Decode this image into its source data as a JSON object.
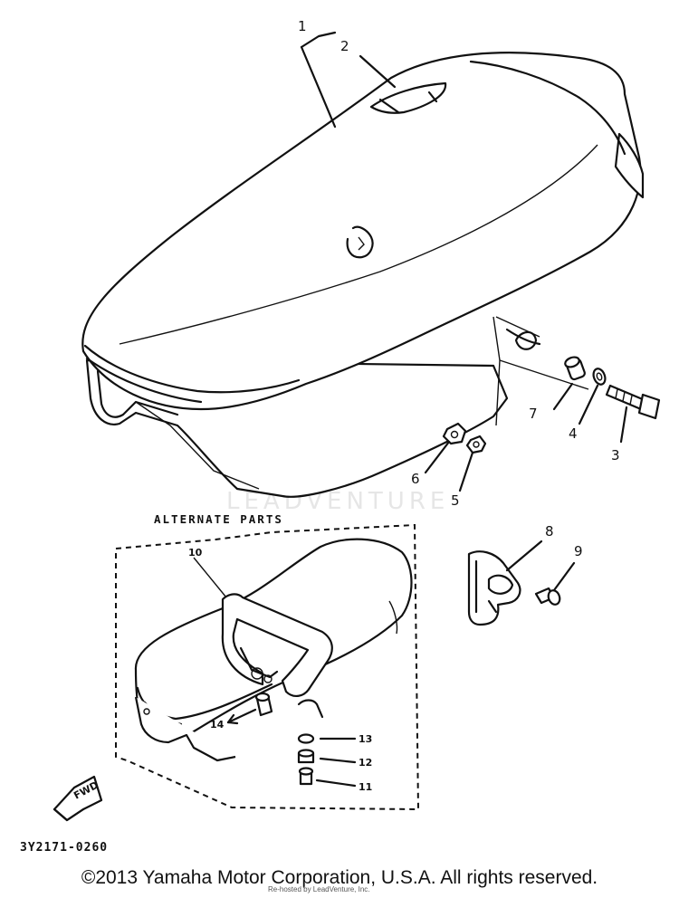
{
  "diagram": {
    "watermark": "LEADVENTURE",
    "alternate_heading": "ALTERNATE  PARTS",
    "fwd_label": "FWD",
    "diagram_code": "3Y2171-0260",
    "callouts": {
      "c1": "1",
      "c2": "2",
      "c3": "3",
      "c4": "4",
      "c5": "5",
      "c6": "6",
      "c7": "7",
      "c8": "8",
      "c9": "9",
      "c10": "10",
      "c11": "11",
      "c12": "12",
      "c13": "13",
      "c14": "14"
    }
  },
  "footer": {
    "copyright": "©2013 Yamaha Motor Corporation, U.S.A. All rights reserved.",
    "rehosted": "Re-hosted by LeadVenture, Inc."
  }
}
